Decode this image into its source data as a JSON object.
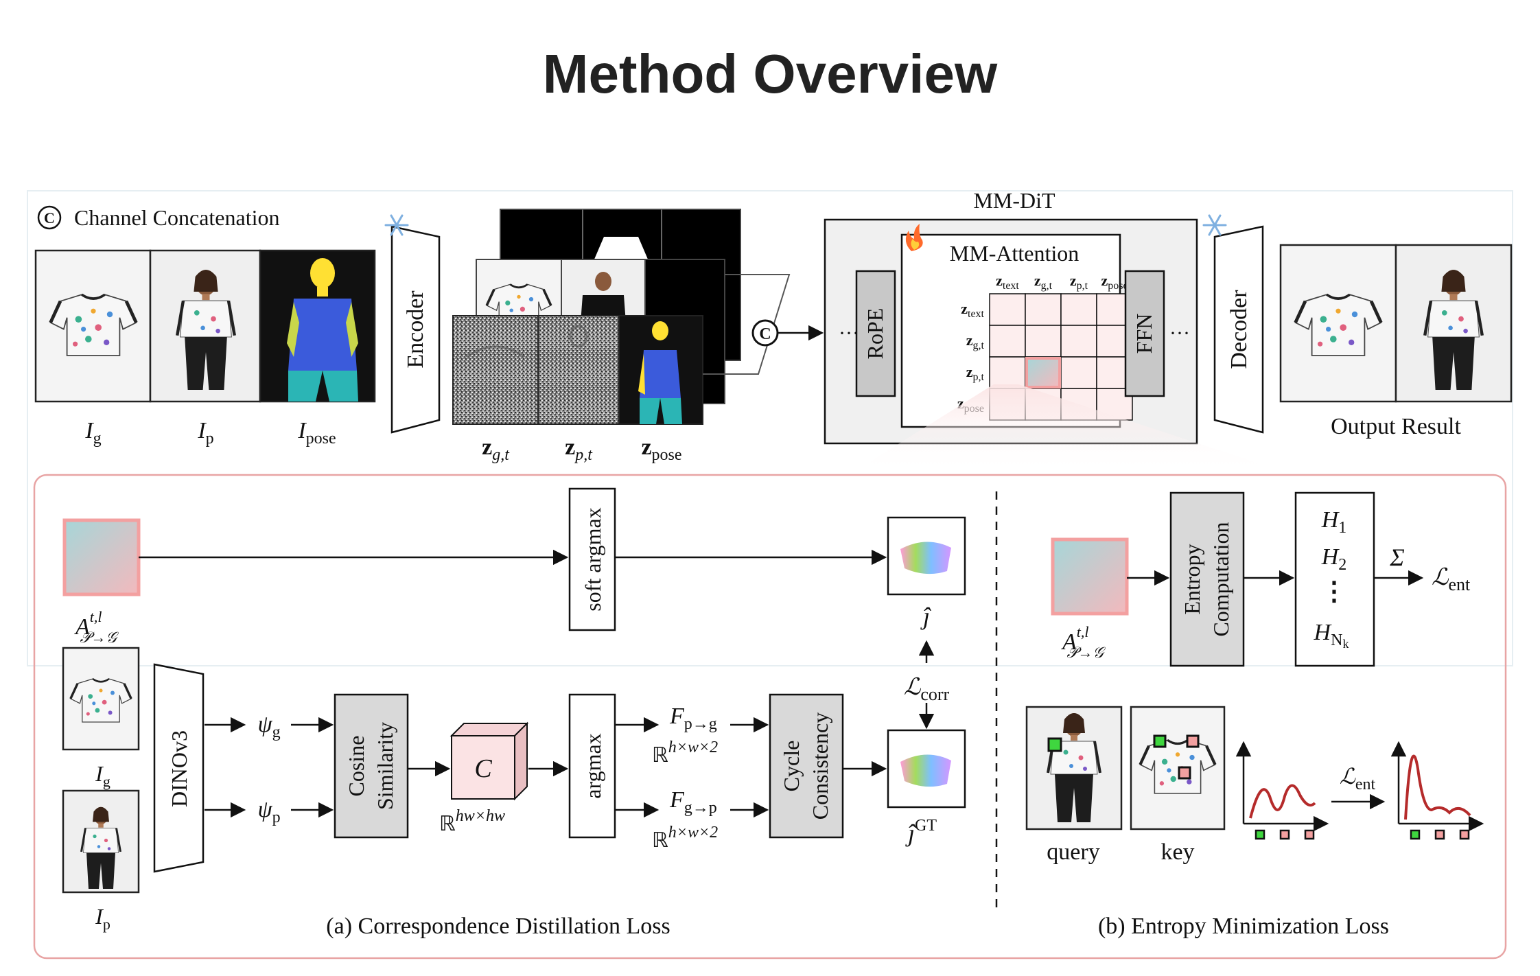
{
  "title": "Method Overview",
  "top": {
    "concat_legend": "Channel Concatenation",
    "concat_symbol": "C",
    "inputs": {
      "ig": "I",
      "ig_sub": "g",
      "ip": "I",
      "ip_sub": "p",
      "ipose": "I",
      "ipose_sub": "pose"
    },
    "encoder": "Encoder",
    "decoder": "Decoder",
    "latents": {
      "zg": "z",
      "zg_sub": "g,t",
      "zp": "z",
      "zp_sub": "p,t",
      "zpose": "z",
      "zpose_sub": "pose"
    },
    "mmdit": "MM-DiT",
    "mm_attention": "MM-Attention",
    "rope": "RoPE",
    "ffn": "FFN",
    "ellipsis": "···",
    "tokens": [
      {
        "base": "z",
        "sub": "text"
      },
      {
        "base": "z",
        "sub": "g,t"
      },
      {
        "base": "z",
        "sub": "p,t"
      },
      {
        "base": "z",
        "sub": "pose"
      }
    ],
    "output": "Output Result",
    "icons": {
      "frozen": "snowflake-icon",
      "trainable": "flame-icon"
    }
  },
  "panel_a": {
    "caption": "(a) Correspondence Distillation Loss",
    "attn_label": "A",
    "attn_sup": "t,l",
    "attn_sub": "𝒫→𝒢",
    "soft_argmax": "soft argmax",
    "j_hat": "ĵ",
    "j_hat_gt": "ĵ",
    "j_hat_gt_sup": "GT",
    "l_corr": "ℒ",
    "l_corr_sub": "corr",
    "dino": "DINOv3",
    "psi_g": "ψ",
    "psi_g_sub": "g",
    "psi_p": "ψ",
    "psi_p_sub": "p",
    "cosine": [
      "Cosine",
      "Similarity"
    ],
    "cube": "C",
    "cube_space": "ℝ",
    "cube_space_sup": "hw×hw",
    "argmax": "argmax",
    "f_pg": "F",
    "f_pg_sub": "p→g",
    "f_gp": "F",
    "f_gp_sub": "g→p",
    "space": "ℝ",
    "space_sup": "h×w×2",
    "cycle": [
      "Cycle",
      "Consistency"
    ],
    "ig": "I",
    "ig_sub": "g",
    "ip": "I",
    "ip_sub": "p"
  },
  "panel_b": {
    "caption": "(b) Entropy Minimization Loss",
    "attn_label": "A",
    "attn_sup": "t,l",
    "attn_sub": "𝒫→𝒢",
    "entropy": [
      "Entropy",
      "Computation"
    ],
    "h1": "H",
    "h1_sub": "1",
    "h2": "H",
    "h2_sub": "2",
    "hdots": "⋮",
    "hn": "H",
    "hn_sub": "N",
    "hn_subsub": "k",
    "sigma": "Σ",
    "l_ent": "ℒ",
    "l_ent_sub": "ent",
    "query": "query",
    "key": "key",
    "l_ent2": "ℒ",
    "l_ent2_sub": "ent"
  },
  "colors": {
    "panel_border": "#e8a4a4",
    "gray_box": "#d9d9d9",
    "attn_highlight": "#f3a0a0",
    "curve": "#b52b2b",
    "pose_blue": "#3b5bdb",
    "pose_yellow": "#ffe033",
    "pose_teal": "#2bb5b5",
    "pose_olive": "#c8d64a"
  }
}
